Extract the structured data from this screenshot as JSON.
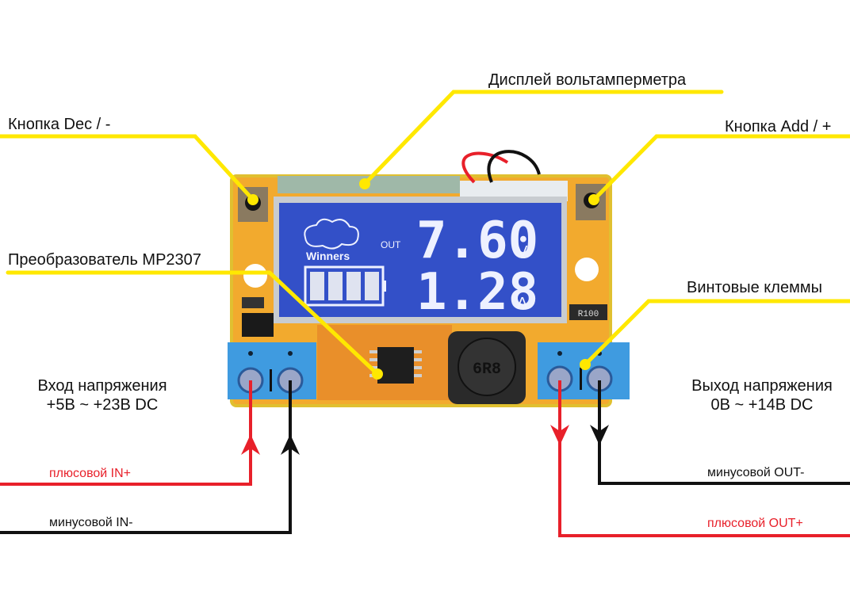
{
  "labels": {
    "display": "Дисплей вольтамперметра",
    "button_dec": "Кнопка Dec / -",
    "button_add": "Кнопка Add / +",
    "converter": "Преобразователь MP2307",
    "terminals": "Винтовые клеммы",
    "input_title": "Вход напряжения",
    "input_range": "+5В ~ +23В DC",
    "output_title": "Выход напряжения",
    "output_range": "0В ~ +14В DC"
  },
  "wires": {
    "in_plus": "плюсовой IN+",
    "in_minus": "минусовой IN-",
    "out_minus": "минусовой OUT-",
    "out_plus": "плюсовой OUT+"
  },
  "lcd": {
    "brand": "Winners",
    "mode": "OUT",
    "voltage": "7.60",
    "voltage_unit": "V",
    "current": "1.28",
    "current_unit": "A",
    "battery_bars": 4
  },
  "board": {
    "inductor_marking": "6R8",
    "resistor_marking": "R100"
  },
  "colors": {
    "callout": "#ffe800",
    "positive_wire": "#e8202a",
    "negative_wire": "#111111",
    "pcb": "#f0a830",
    "lcd": "#2f4fc8",
    "terminal": "#3f9be0"
  }
}
